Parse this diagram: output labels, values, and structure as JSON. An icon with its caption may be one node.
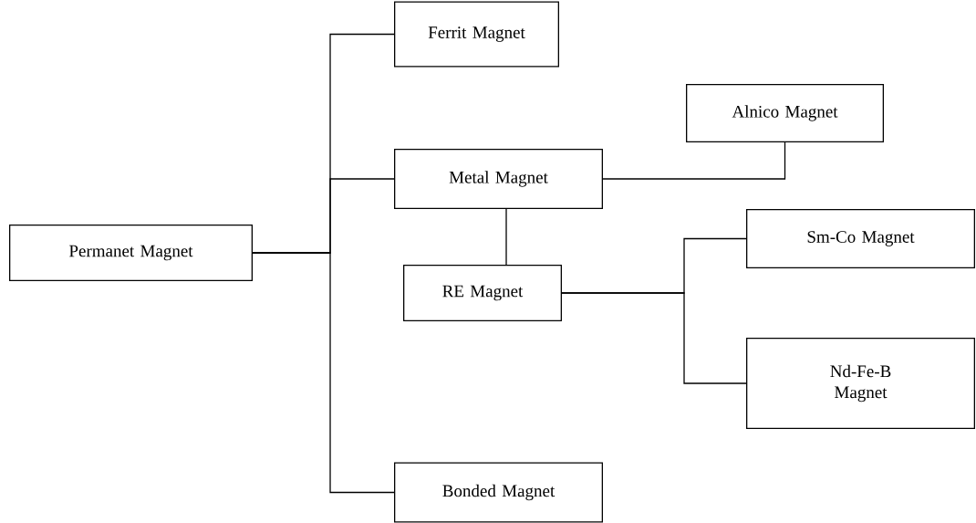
{
  "diagram": {
    "nodes": [
      {
        "text": [
          "Permanet Magnet"
        ]
      },
      {
        "text": [
          "Ferrit Magnet"
        ]
      },
      {
        "text": [
          "Alnico Magnet"
        ]
      },
      {
        "text": [
          "Metal Magnet"
        ]
      },
      {
        "text": [
          "RE Magnet"
        ]
      },
      {
        "text": [
          "Sm-Co Magnet"
        ]
      },
      {
        "text": [
          "Nd-Fe-B Magnet"
        ]
      },
      {
        "text": [
          "Bonded Magnet"
        ]
      }
    ],
    "edges": [
      {
        "from": 0,
        "to": 1,
        "arrow": "none"
      },
      {
        "from": 0,
        "to": 3,
        "arrow": "none"
      },
      {
        "from": 0,
        "to": 7,
        "arrow": "none"
      },
      {
        "from": 3,
        "to": 2,
        "arrow": "none"
      },
      {
        "from": 3,
        "to": 4,
        "arrow": "none"
      },
      {
        "from": 4,
        "to": 5,
        "arrow": "none"
      },
      {
        "from": 4,
        "to": 6,
        "arrow": "none"
      }
    ]
  }
}
